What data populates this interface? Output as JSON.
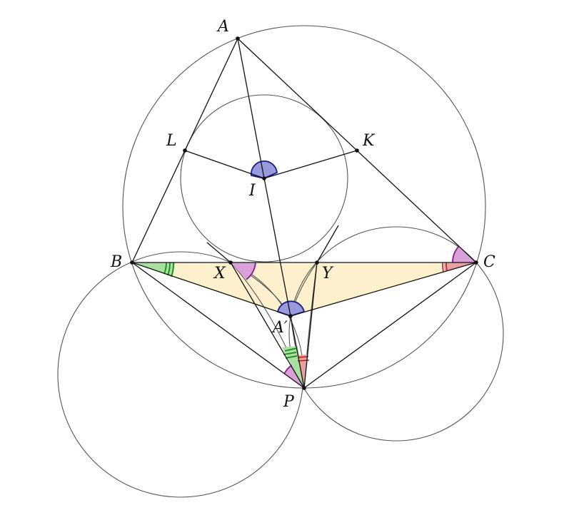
{
  "diagram": {
    "points": {
      "A": "A",
      "B": "B",
      "C": "C",
      "I": "I",
      "L": "L",
      "K": "K",
      "X": "X",
      "Y": "Y",
      "A_prime": "A′",
      "P": "P"
    },
    "colors": {
      "triangle_fill": "#fdf0cc",
      "angle_blue": "#9999dd",
      "angle_blue_stroke": "#1a1a8c",
      "angle_purple": "#d9a0d9",
      "angle_purple_stroke": "#8a1a8a",
      "angle_green": "#a8e0a0",
      "angle_green_stroke": "#1a8c1a",
      "angle_red": "#e8a0a0",
      "angle_red_stroke": "#b02020"
    }
  }
}
